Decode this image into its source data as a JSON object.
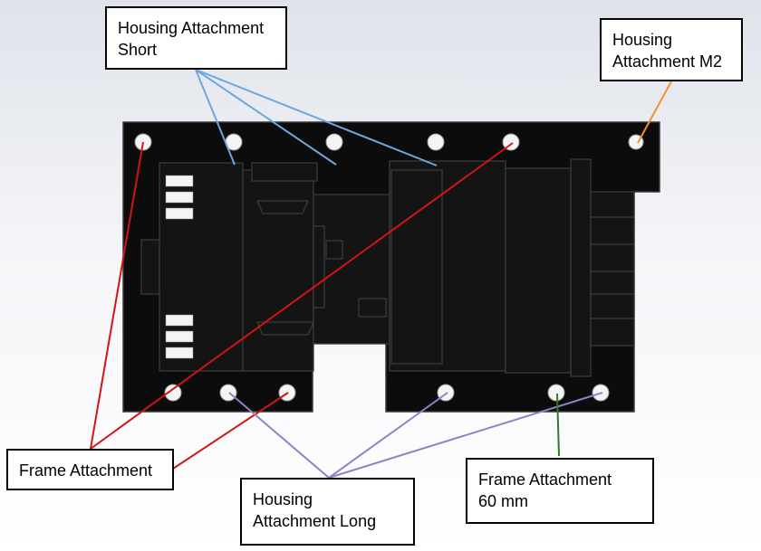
{
  "labels": {
    "housing_short": "Housing Attachment\nShort",
    "housing_m2": "Housing\nAttachment M2",
    "frame_attachment": "Frame Attachment",
    "housing_long": "Housing\nAttachment Long",
    "frame_60mm": "Frame Attachment\n60 mm"
  },
  "colors": {
    "body": "#0c0c0c",
    "edge": "#3a3a3a",
    "hole": "#f4f4f4",
    "housing_short_leader": "#6ea6de",
    "housing_m2_leader": "#f0922f",
    "frame_leader": "#d31414",
    "housing_long_leader": "#8c83c4",
    "frame_60mm_leader": "#2f7a2f"
  }
}
